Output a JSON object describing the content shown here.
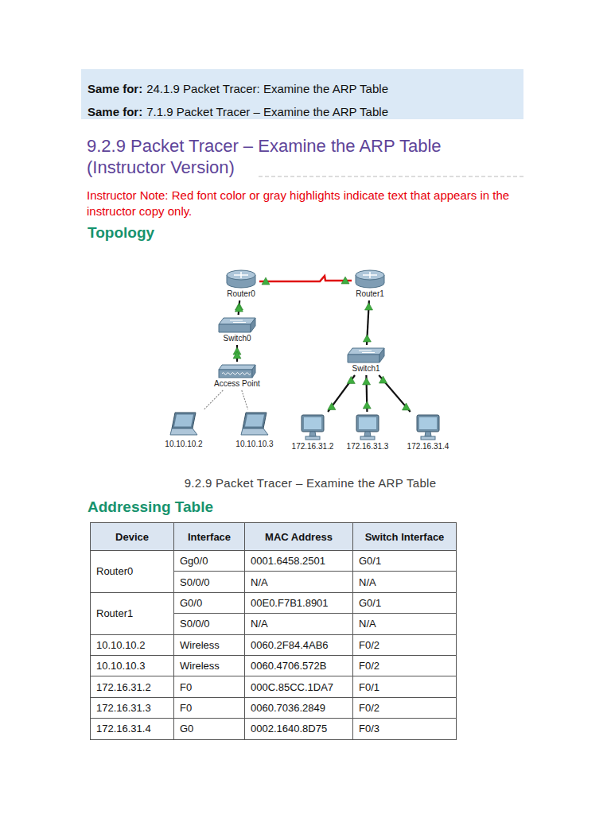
{
  "diagram": {
    "title": "9.2.9 Packet Tracer – Examine the ARP Table (Instructor Version)",
    "caption": "9.2.9 Packet Tracer – Examine the ARP Table",
    "nodes": [
      {
        "text": [
          "Router0"
        ]
      },
      {
        "text": [
          "Router1"
        ]
      },
      {
        "text": [
          "Switch0"
        ]
      },
      {
        "text": [
          "Access Point"
        ]
      },
      {
        "text": [
          "10.10.10.2"
        ]
      },
      {
        "text": [
          "10.10.10.3"
        ]
      },
      {
        "text": [
          "Switch1"
        ]
      },
      {
        "text": [
          "172.16.31.2"
        ]
      },
      {
        "text": [
          "172.16.31.3"
        ]
      },
      {
        "text": [
          "172.16.31.4"
        ]
      }
    ],
    "edges": [
      {
        "from": 0,
        "to": 1,
        "arrow": "none"
      },
      {
        "from": 0,
        "to": 2,
        "arrow": "none"
      },
      {
        "from": 2,
        "to": 3,
        "arrow": "none"
      },
      {
        "from": 3,
        "to": 4,
        "arrow": "none"
      },
      {
        "from": 3,
        "to": 5,
        "arrow": "none"
      },
      {
        "from": 1,
        "to": 6,
        "arrow": "none"
      },
      {
        "from": 6,
        "to": 7,
        "arrow": "none"
      },
      {
        "from": 6,
        "to": 8,
        "arrow": "none"
      },
      {
        "from": 6,
        "to": 9,
        "arrow": "none"
      }
    ],
    "labels": [
      "Same for:",
      "24.1.9 Packet Tracer: Examine the ARP Table",
      "Same for:",
      "7.1.9 Packet Tracer – Examine the ARP Table",
      "Instructor Note: Red font color or gray highlights indicate text that appears in the instructor copy only.",
      "Topology",
      "Addressing Table",
      "Device",
      "Interface",
      "MAC Address",
      "Switch Interface",
      "Router0",
      "Gg0/0",
      "0001.6458.2501",
      "G0/1",
      "S0/0/0",
      "N/A",
      "N/A",
      "Router1",
      "G0/0",
      "00E0.F7B1.8901",
      "G0/1",
      "S0/0/0",
      "N/A",
      "N/A",
      "10.10.10.2",
      "Wireless",
      "0060.2F84.4AB6",
      "F0/2",
      "10.10.10.3",
      "Wireless",
      "0060.4706.572B",
      "F0/2",
      "172.16.31.2",
      "F0",
      "000C.85CC.1DA7",
      "F0/1",
      "172.16.31.3",
      "F0",
      "0060.7036.2849",
      "F0/2",
      "172.16.31.4",
      "G0",
      "0002.1640.8D75",
      "F0/3"
    ]
  }
}
